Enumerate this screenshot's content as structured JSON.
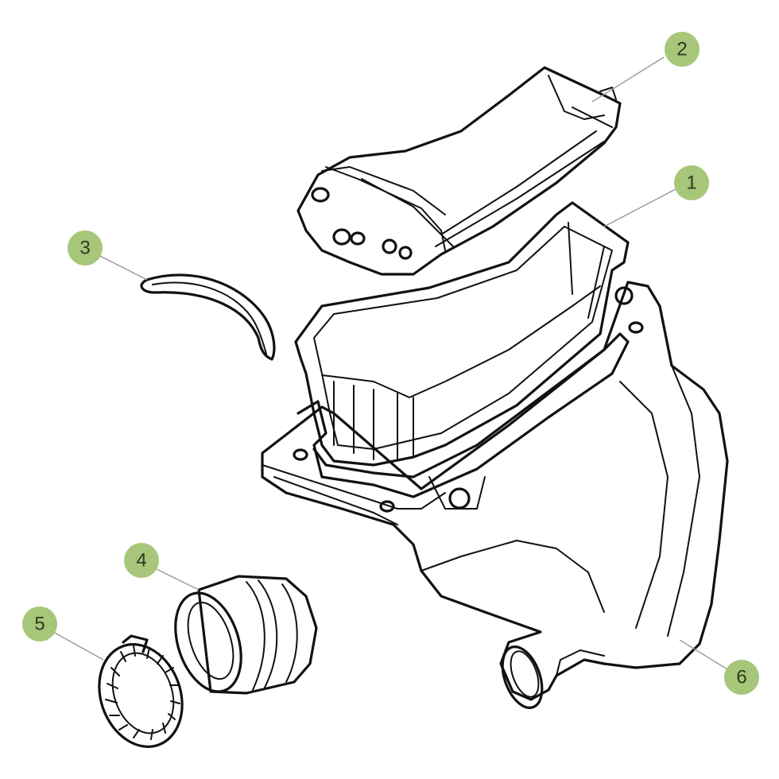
{
  "diagram": {
    "callouts": [
      {
        "id": "1",
        "label": "1"
      },
      {
        "id": "2",
        "label": "2"
      },
      {
        "id": "3",
        "label": "3"
      },
      {
        "id": "4",
        "label": "4"
      },
      {
        "id": "5",
        "label": "5"
      },
      {
        "id": "6",
        "label": "6"
      }
    ],
    "colors": {
      "badge_fill": "#a6c67a",
      "badge_text": "#2e3a1e",
      "line": "#111111",
      "leader": "#9a9a9a"
    }
  }
}
